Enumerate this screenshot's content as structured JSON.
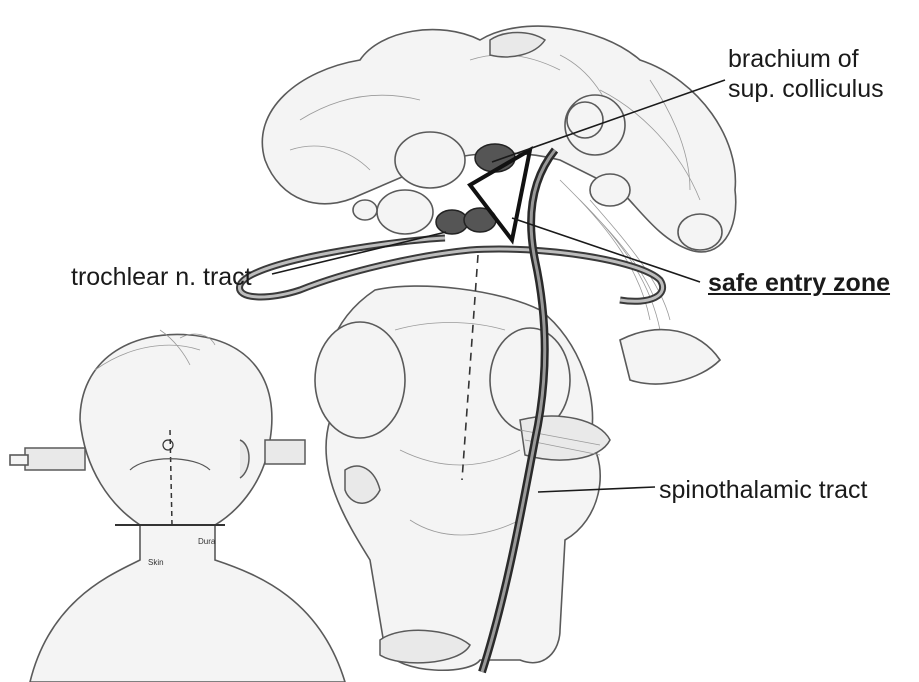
{
  "labels": {
    "brachium_line1": "brachium of",
    "brachium_line2": "sup. colliculus",
    "trochlear": "trochlear n. tract",
    "safe_entry": "safe entry zone",
    "spinothalamic": "spinothalamic tract"
  },
  "inset_labels": {
    "skin": "Skin",
    "dura": "Dura"
  },
  "colors": {
    "ink": "#1a1a1a",
    "tract": "#3a3a3a",
    "shading": "#e9e9e9"
  }
}
